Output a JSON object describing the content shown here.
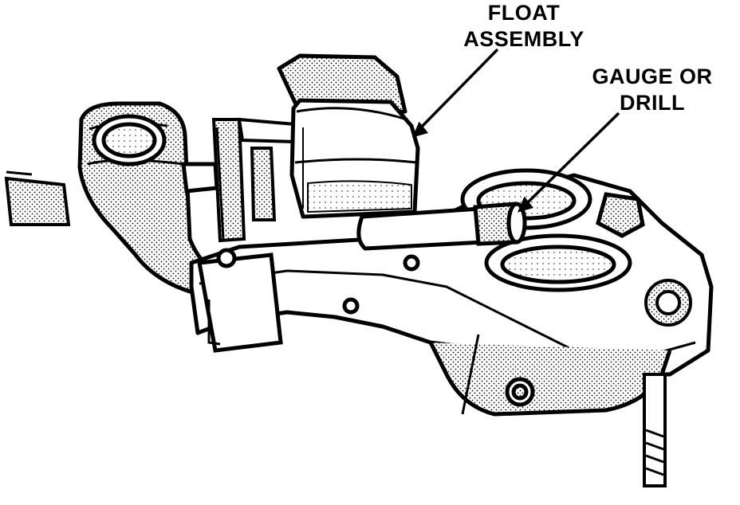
{
  "labels": {
    "float_assembly": [
      "FLOAT",
      "ASSEMBLY"
    ],
    "gauge_or_drill": [
      "GAUGE OR",
      "DRILL"
    ]
  },
  "colors": {
    "ink": "#000000",
    "paper": "#ffffff",
    "shade": "#bfbfbf",
    "dark_shade": "#555555"
  }
}
